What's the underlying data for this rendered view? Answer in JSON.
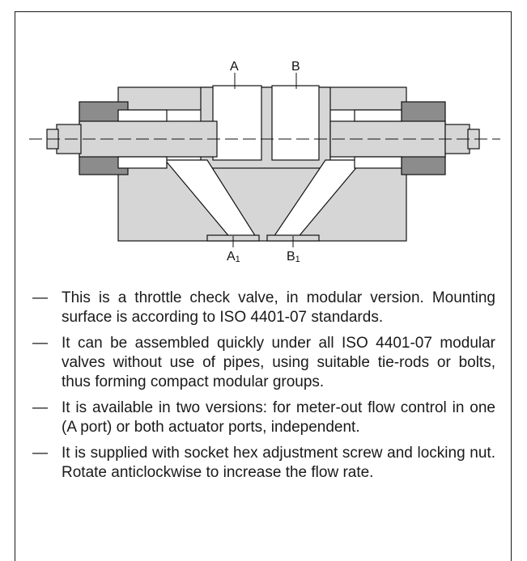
{
  "diagram": {
    "port_labels": {
      "a": "A",
      "b": "B",
      "a1": "A",
      "a1_sub": "1",
      "b1": "B",
      "b1_sub": "1"
    }
  },
  "description": {
    "bullet_marker": "—",
    "items": [
      "This is a throttle check valve, in modular version. Mounting surface is according to ISO 4401-07 standards.",
      "It can be assembled quickly under all ISO 4401-07 modular valves without use of pipes, using suitable tie-rods or bolts, thus forming compact modular groups.",
      "It is available in two versions: for meter-out flow control in one (A port) or both actuator ports, independent.",
      "It is supplied with socket hex adjustment screw and locking nut. Rotate anticlockwise to increase the flow rate."
    ]
  },
  "colors": {
    "body_fill": "#d6d6d6",
    "dark_fill": "#8c8c8c",
    "outline": "#111111",
    "background": "#ffffff"
  }
}
